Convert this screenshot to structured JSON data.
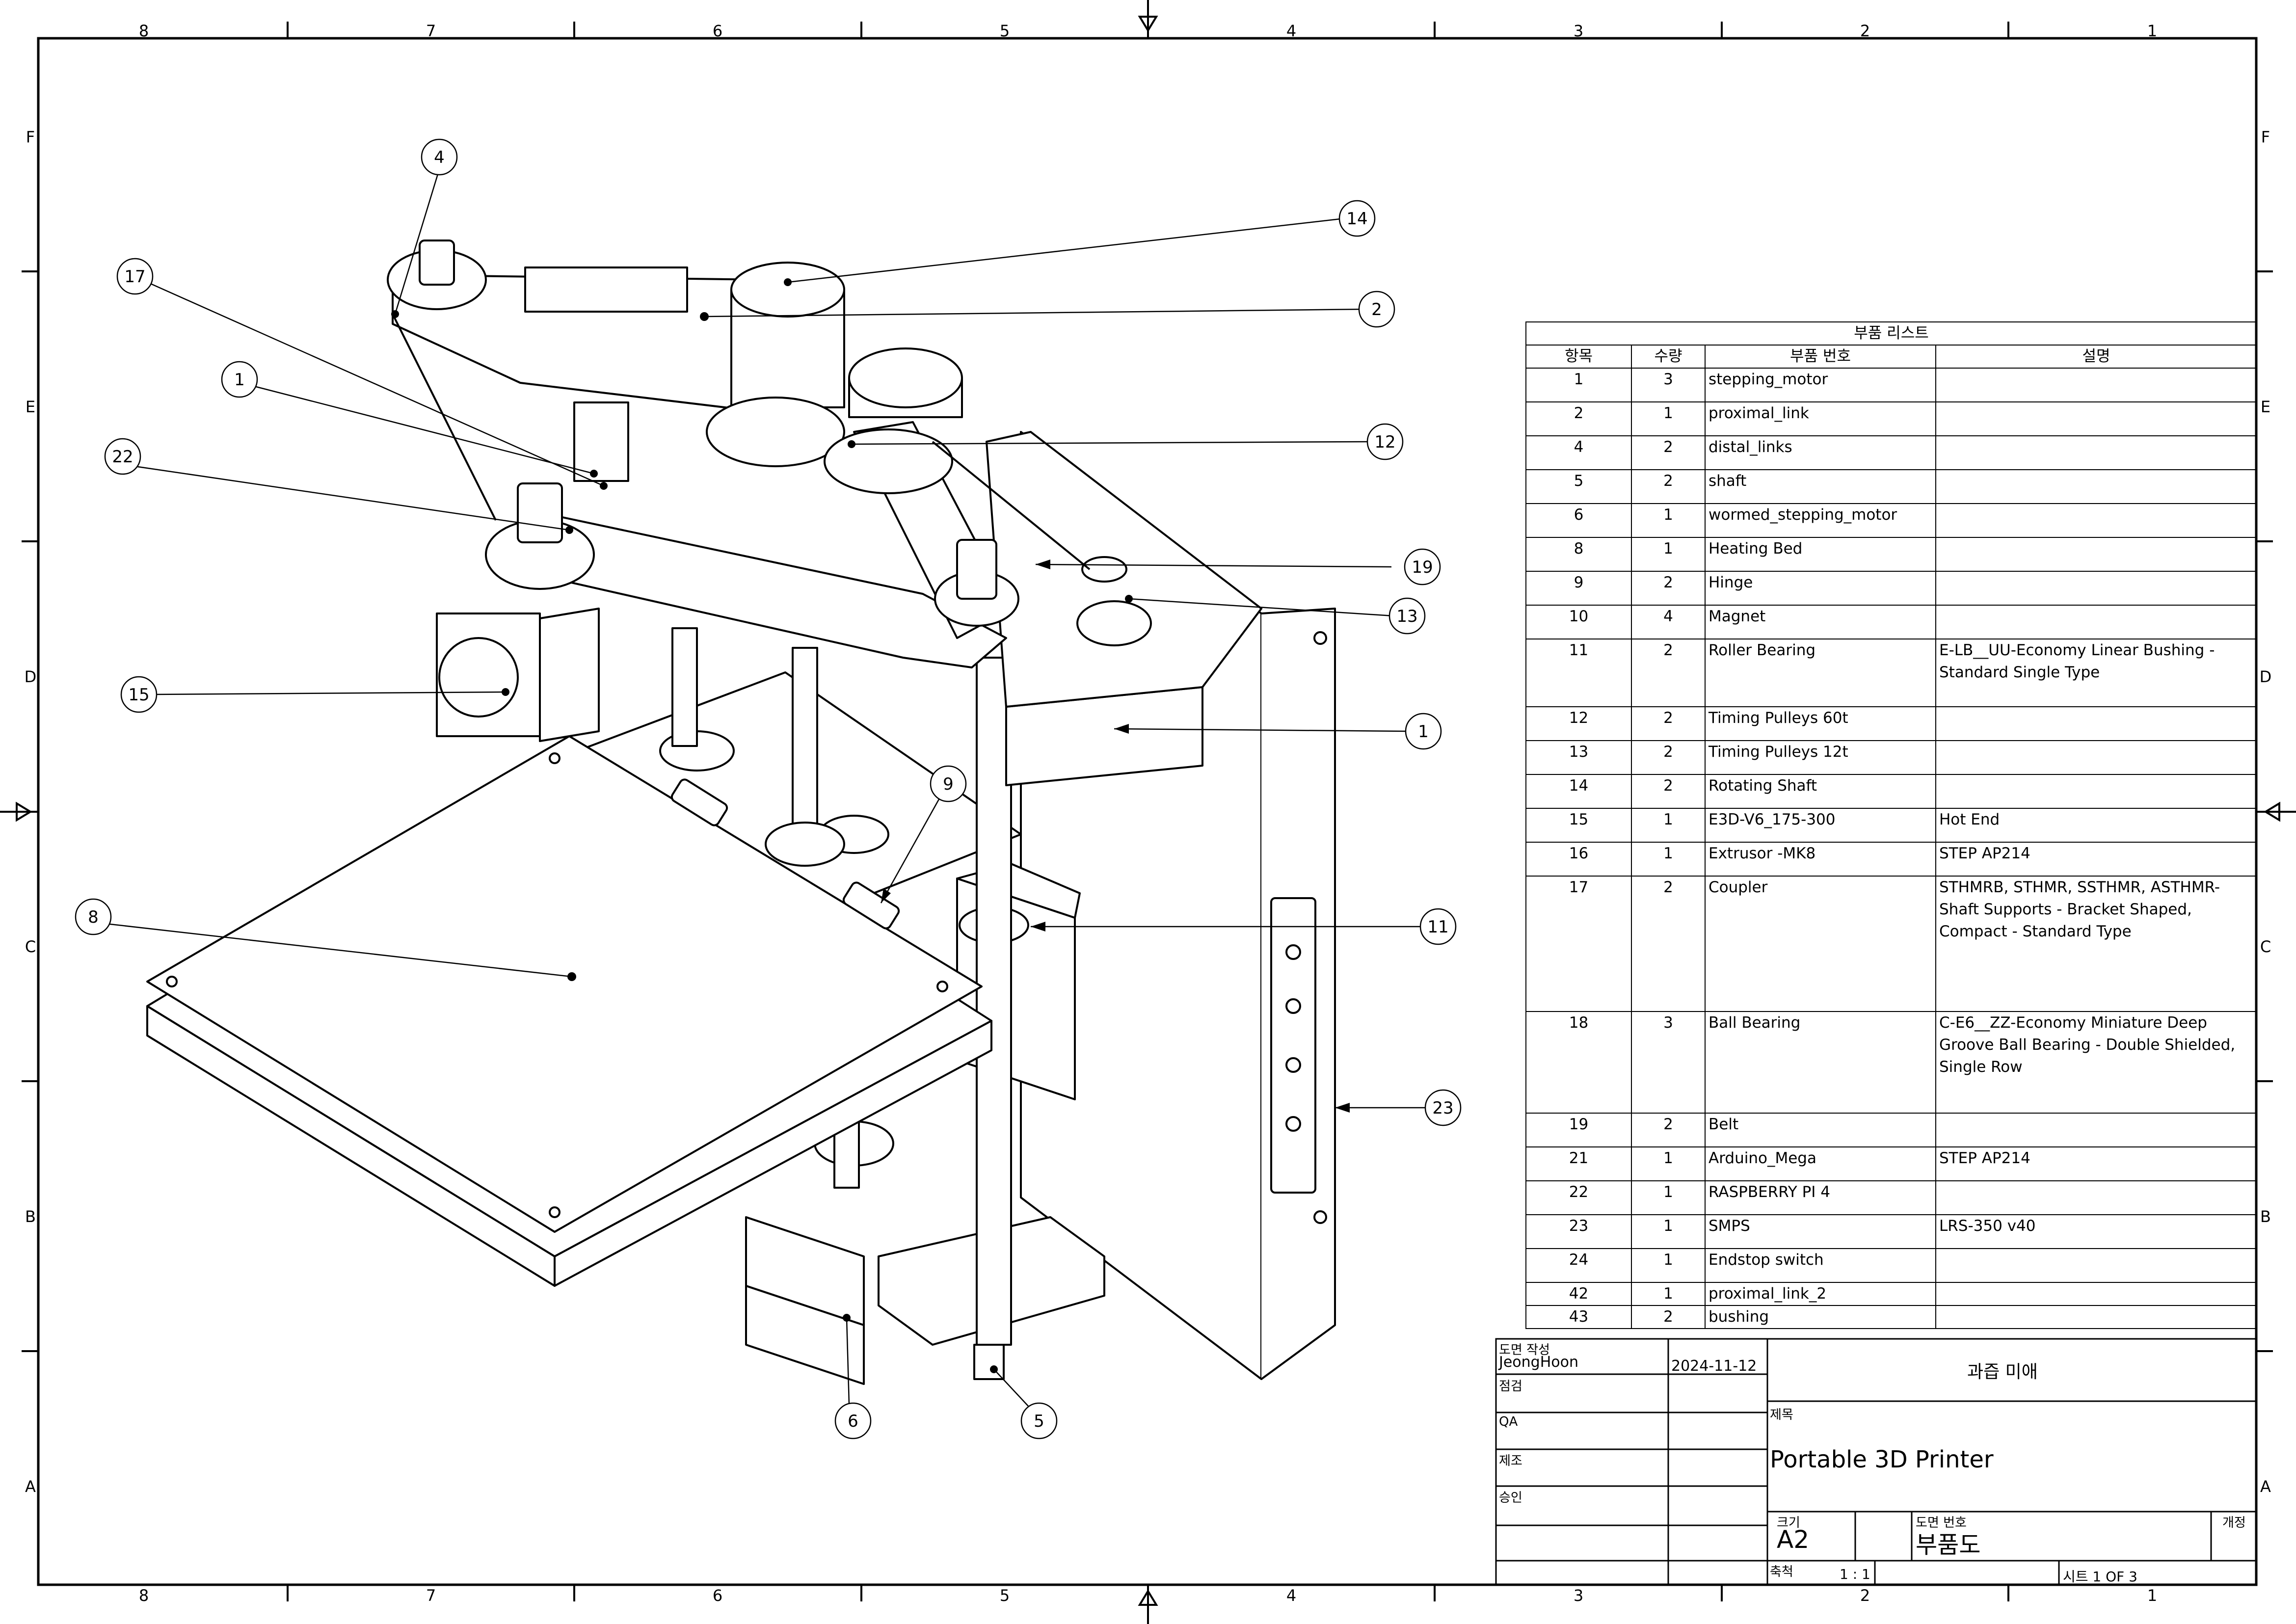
{
  "frame": {
    "columns": [
      "8",
      "7",
      "6",
      "5",
      "4",
      "3",
      "2",
      "1"
    ],
    "rows": [
      "F",
      "E",
      "D",
      "C",
      "B",
      "A"
    ]
  },
  "balloons": [
    "4",
    "17",
    "1",
    "22",
    "15",
    "8",
    "14",
    "2",
    "12",
    "19",
    "13",
    "1",
    "9",
    "11",
    "23",
    "6",
    "5"
  ],
  "bom": {
    "title": "부품 리스트",
    "headers": [
      "항목",
      "수량",
      "부품 번호",
      "설명"
    ],
    "rows": [
      {
        "item": "1",
        "qty": "3",
        "part": "stepping_motor",
        "desc": ""
      },
      {
        "item": "2",
        "qty": "1",
        "part": "proximal_link",
        "desc": ""
      },
      {
        "item": "4",
        "qty": "2",
        "part": "distal_links",
        "desc": ""
      },
      {
        "item": "5",
        "qty": "2",
        "part": "shaft",
        "desc": ""
      },
      {
        "item": "6",
        "qty": "1",
        "part": "wormed_stepping_motor",
        "desc": ""
      },
      {
        "item": "8",
        "qty": "1",
        "part": "Heating Bed",
        "desc": ""
      },
      {
        "item": "9",
        "qty": "2",
        "part": "Hinge",
        "desc": ""
      },
      {
        "item": "10",
        "qty": "4",
        "part": "Magnet",
        "desc": ""
      },
      {
        "item": "11",
        "qty": "2",
        "part": "Roller Bearing",
        "desc": "E-LB__UU-Economy Linear Bushing - Standard Single Type"
      },
      {
        "item": "12",
        "qty": "2",
        "part": "Timing Pulleys 60t",
        "desc": ""
      },
      {
        "item": "13",
        "qty": "2",
        "part": "Timing Pulleys 12t",
        "desc": ""
      },
      {
        "item": "14",
        "qty": "2",
        "part": "Rotating Shaft",
        "desc": ""
      },
      {
        "item": "15",
        "qty": "1",
        "part": "E3D-V6_175-300",
        "desc": "Hot End"
      },
      {
        "item": "16",
        "qty": "1",
        "part": "Extrusor -MK8",
        "desc": "STEP AP214"
      },
      {
        "item": "17",
        "qty": "2",
        "part": "Coupler",
        "desc": "STHMRB, STHMR, SSTHMR, ASTHMR-Shaft Supports - Bracket Shaped, Compact - Standard Type"
      },
      {
        "item": "18",
        "qty": "3",
        "part": "Ball Bearing",
        "desc": "C-E6__ZZ-Economy Miniature Deep Groove Ball Bearing - Double Shielded, Single Row"
      },
      {
        "item": "19",
        "qty": "2",
        "part": "Belt",
        "desc": ""
      },
      {
        "item": "21",
        "qty": "1",
        "part": "Arduino_Mega",
        "desc": "STEP AP214"
      },
      {
        "item": "22",
        "qty": "1",
        "part": "RASPBERRY PI 4",
        "desc": ""
      },
      {
        "item": "23",
        "qty": "1",
        "part": "SMPS",
        "desc": "LRS-350 v40"
      },
      {
        "item": "24",
        "qty": "1",
        "part": "Endstop switch",
        "desc": ""
      },
      {
        "item": "42",
        "qty": "1",
        "part": "proximal_link_2",
        "desc": ""
      },
      {
        "item": "43",
        "qty": "2",
        "part": "bushing",
        "desc": ""
      }
    ]
  },
  "title_block": {
    "drawn_label": "도면 작성",
    "drawn_by": "JeongHoon",
    "drawn_date": "2024-11-12",
    "check_label": "점검",
    "qa_label": "QA",
    "mfg_label": "제조",
    "approve_label": "승인",
    "company": "과즙 미애",
    "title_label": "제목",
    "title": "Portable 3D Printer",
    "size_label": "크기",
    "size": "A2",
    "dwg_no_label": "도면 번호",
    "dwg_no": "부품도",
    "rev_label": "개정",
    "scale_label": "축척",
    "scale": "1 : 1",
    "sheet": "시트 1  OF 3"
  }
}
